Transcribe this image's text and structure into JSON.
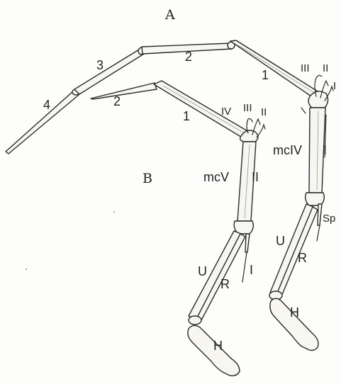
{
  "figure": {
    "panel_a": "A",
    "panel_b": "B",
    "a_labels": {
      "ph1": "1",
      "ph2": "2",
      "ph3": "3",
      "ph4": "4",
      "d3": "III",
      "d2": "II",
      "d1": "I",
      "mc": "mcIV",
      "mc_digit": "I",
      "ulna": "U",
      "radius": "R",
      "pteroid": "Sp",
      "humerus": "H"
    },
    "b_labels": {
      "ph1": "1",
      "ph2": "2",
      "d4": "IV",
      "d3": "III",
      "d2": "II",
      "mc": "mcV",
      "mc_digit": "II",
      "digit1": "I",
      "ulna": "U",
      "radius": "R",
      "humerus": "H"
    }
  }
}
